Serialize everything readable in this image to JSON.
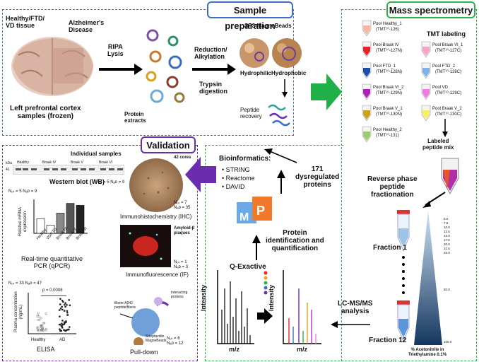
{
  "sample_prep": {
    "header": "Sample preparation",
    "tissue_label": "Healthy/FTD/\nVD tissue",
    "ad_label": "Alzheimer's\nDisease",
    "cortex_caption": "Left prefrontal cortex\nsamples (frozen)",
    "step1": "RIPA\nLysis",
    "protein_extracts": "Protein\nextracts",
    "step2": "Reduction/\nAlkylation",
    "step3": "Trypsin\ndigestion",
    "beads_title": "SP3 MagneBeads",
    "hydrophilic": "Hydrophilic",
    "hydrophobic": "Hydrophobic",
    "peptide_recovery": "Peptide\nrecovery"
  },
  "mass_spec": {
    "header": "Mass spectrometry",
    "tmt_title": "TMT labeling",
    "labeled_mix": "Labeled\npeptide mix",
    "tubes_left": [
      {
        "name": "Pool Healthy_1",
        "tag": "(TMT¹⁰-126)",
        "color": "#f7b8a8"
      },
      {
        "name": "Pool Braak IV",
        "tag": "(TMT¹⁰-127N)",
        "color": "#e8232a"
      },
      {
        "name": "Pool FTD_1",
        "tag": "(TMT¹⁰-128N)",
        "color": "#1e4fa8"
      },
      {
        "name": "Pool Braak VI_2",
        "tag": "(TMT¹⁰-129N)",
        "color": "#b01fb8"
      },
      {
        "name": "Pool Braak V_1",
        "tag": "(TMT¹⁰-130N)",
        "color": "#c9a21a"
      },
      {
        "name": "Pool Healthy_2",
        "tag": "(TMT¹⁰-131)",
        "color": "#9ccc6e"
      }
    ],
    "tubes_right": [
      {
        "name": "Pool Braak VI_1",
        "tag": "(TMT¹⁰-127C)",
        "color": "#f6a5c8"
      },
      {
        "name": "Pool FTD_2",
        "tag": "(TMT¹⁰-128C)",
        "color": "#7fb0e8"
      },
      {
        "name": "Pool VD",
        "tag": "(TMT¹⁰-129C)",
        "color": "#f07de0"
      },
      {
        "name": "Pool Braak V_2",
        "tag": "(TMT¹⁰-130C)",
        "color": "#f5f069"
      }
    ],
    "rp_fractionation": "Reverse phase\npeptide\nfractionation",
    "fraction1": "Fraction 1",
    "fraction12": "Fraction 12",
    "gradient_label": "% Acetonitrile in\nTriethylamine 0.1%",
    "gradient_ticks": [
      "5.0",
      "7.5",
      "10.0",
      "12.5",
      "15.0",
      "17.5",
      "20.0",
      "22.5",
      "25.0",
      "50.0",
      "100.0"
    ],
    "lcms": "LC-MS/MS\nanalysis",
    "qexactive": "Q-Exactive",
    "intensity": "Intensity",
    "mz": "m/z",
    "protein_id": "Protein\nidentification and\nquantification",
    "bioinf_title": "Bioinformatics:",
    "bioinf_items": [
      "STRING",
      "Reactome",
      "DAVID"
    ],
    "dysregulated": "171\ndysregulated\nproteins"
  },
  "validation": {
    "header": "Validation",
    "individual": "Individual samples",
    "wb_cols": [
      "Healthy",
      "Braak IV",
      "Braak V",
      "Braak VI"
    ],
    "wb_kda": "kDa",
    "wb_41": "41",
    "wb_caption": "Western blot (WB)",
    "wb_n": "Nₒₜ = 5  Nₐᴅ = 9",
    "qpcr_n": "Nₒₜ = 5  Nₐᴅ = 9",
    "qpcr_ylabel": "Relative mRNA\nexpression",
    "qpcr_cats": [
      "Healthy",
      "VD/FTD",
      "Braak IV",
      "Braak V",
      "Braak VI"
    ],
    "qpcr_caption": "Real-time quantitative\nPCR (qPCR)",
    "ihc_cores": "42 cores",
    "ihc_n": "Nₒₜ = 7\nNₐᴅ = 35",
    "ihc_caption": "Immunohistochemistry (IHC)",
    "if_label": "Amyloid-β\nplaques",
    "if_n": "Nₒₜ = 1\nNₐᴅ = 3",
    "if_caption": "Immunofluorescence (IF)",
    "elisa_n": "Nₒₜ = 33   Nₐᴅ = 47",
    "elisa_p": "p = 0.0008",
    "elisa_ylabel": "Plasma concentration\n(ng/mL)",
    "elisa_cats": [
      "Healthy",
      "AD"
    ],
    "elisa_caption": "ELISA",
    "pd_biotin": "Biotin-Aβ42\npeptide/fibers",
    "pd_interacting": "Interacting\nproteins",
    "pd_beads": "Streptavidin\nMagneBeads",
    "pd_n": "Nₒₜ = 6\nNₐᴅ = 12",
    "pd_caption": "Pull-down"
  },
  "colors": {
    "blue": "#3b6fc9",
    "green": "#2db34a",
    "purple": "#6a2db0"
  }
}
